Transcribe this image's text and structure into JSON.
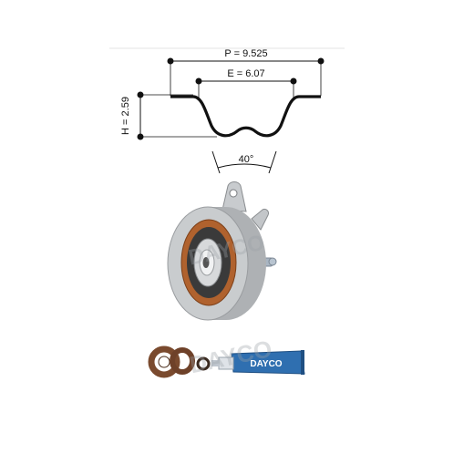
{
  "belt_profile": {
    "pitch_label": "P = 9.525",
    "tooth_width_label": "E = 6.07",
    "height_label": "H = 2.59",
    "angle_label": "40°"
  },
  "brand": {
    "watermark_text": "DAYCO",
    "tube_label": "DAYCO"
  },
  "colors": {
    "ink": "#111111",
    "pulley_gray": "#b9bcbf",
    "bearing_orange": "#b0622e",
    "seal_brown": "#7a4a2e",
    "tube_blue": "#2f6fb0",
    "watermark": "#9aa0a6"
  }
}
